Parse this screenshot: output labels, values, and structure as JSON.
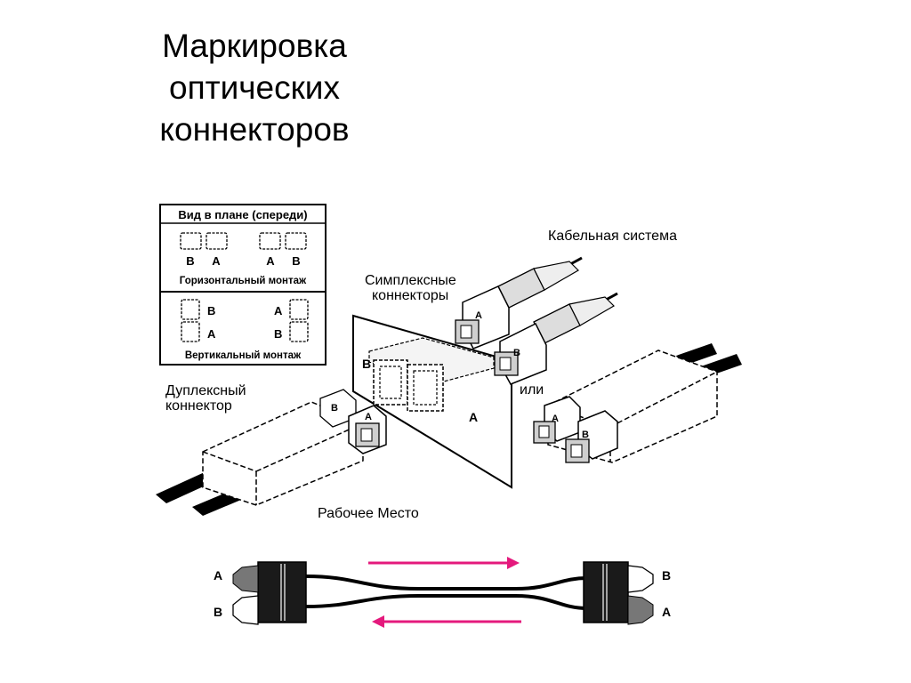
{
  "title": {
    "line1": "Маркировка",
    "line2": "оптических",
    "line3": "коннекторов"
  },
  "legend": {
    "header": "Вид в плане (спереди)",
    "horizontal_labels": [
      "B",
      "A",
      "A",
      "B"
    ],
    "horizontal_caption": "Горизонтальный монтаж",
    "vertical_left_labels": [
      "B",
      "A"
    ],
    "vertical_right_labels": [
      "A",
      "B"
    ],
    "vertical_caption": "Вертикальный монтаж"
  },
  "labels": {
    "cabling_system": "Кабельная система",
    "simplex_line1": "Симплексные",
    "simplex_line2": "коннекторы",
    "duplex_line1": "Дуплексный",
    "duplex_line2": "коннектор",
    "or": "или",
    "workstation": "Рабочее Место"
  },
  "port_marks": {
    "panel_left": "B",
    "panel_right": "A",
    "simplex_a": "A",
    "simplex_b": "B",
    "duplex_b": "B",
    "duplex_a": "A",
    "right_a": "A",
    "right_b": "B"
  },
  "patch_cord": {
    "left_top": "A",
    "left_bottom": "B",
    "right_top": "B",
    "right_bottom": "A",
    "arrow_color": "#e4197c"
  }
}
